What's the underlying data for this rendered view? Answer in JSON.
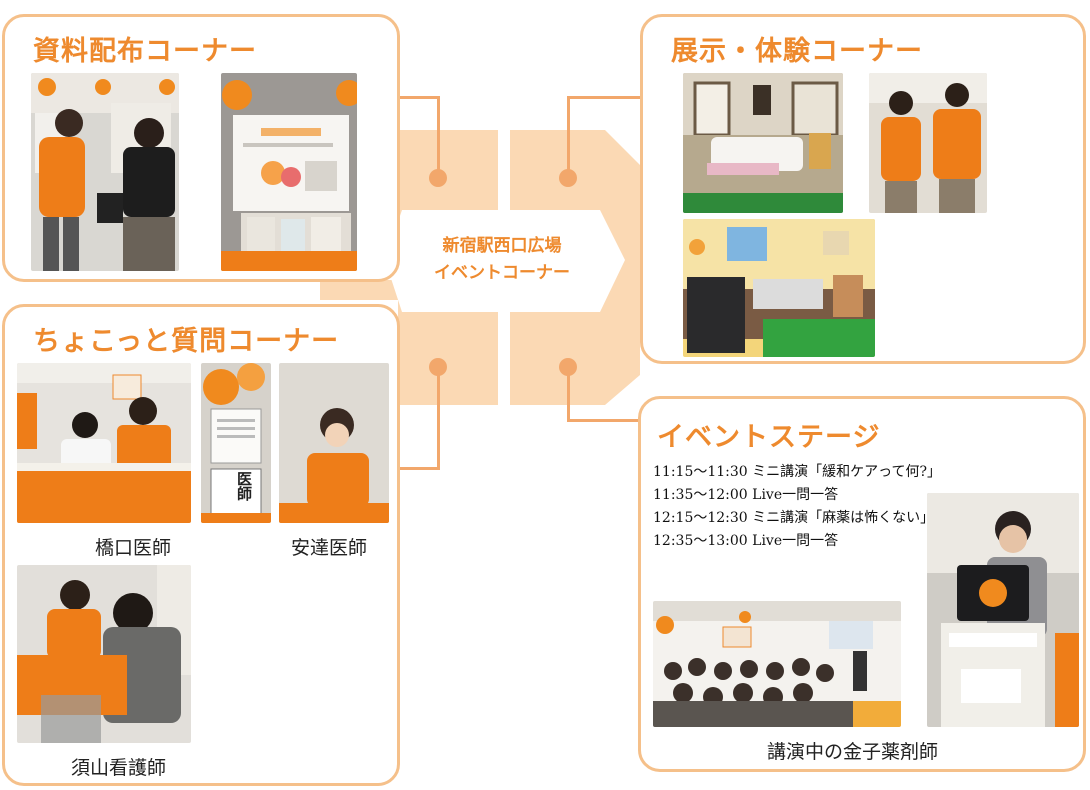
{
  "hub": {
    "line1": "新宿駅西口広場",
    "line2": "イベントコーナー"
  },
  "materials": {
    "title": "資料配布コーナー"
  },
  "exhibit": {
    "title": "展示・体験コーナー"
  },
  "qa": {
    "title": "ちょこっと質問コーナー",
    "captions": [
      "橋口医師",
      "安達医師",
      "須山看護師"
    ],
    "sign_text": "医師"
  },
  "stage": {
    "title": "イベントステージ",
    "schedule": [
      "11:15～11:30 ミニ講演「緩和ケアって何?」",
      "11:35～12:00 Live一問一答",
      "12:15～12:30 ミニ講演「麻薬は怖くない」",
      "12:35～13:00 Live一問一答"
    ],
    "caption": "講演中の金子薬剤師"
  },
  "colors": {
    "accent": "#ee8a2e",
    "border": "#f5c08a",
    "hub": "#fbd9b4",
    "connector": "#f2a76b"
  }
}
